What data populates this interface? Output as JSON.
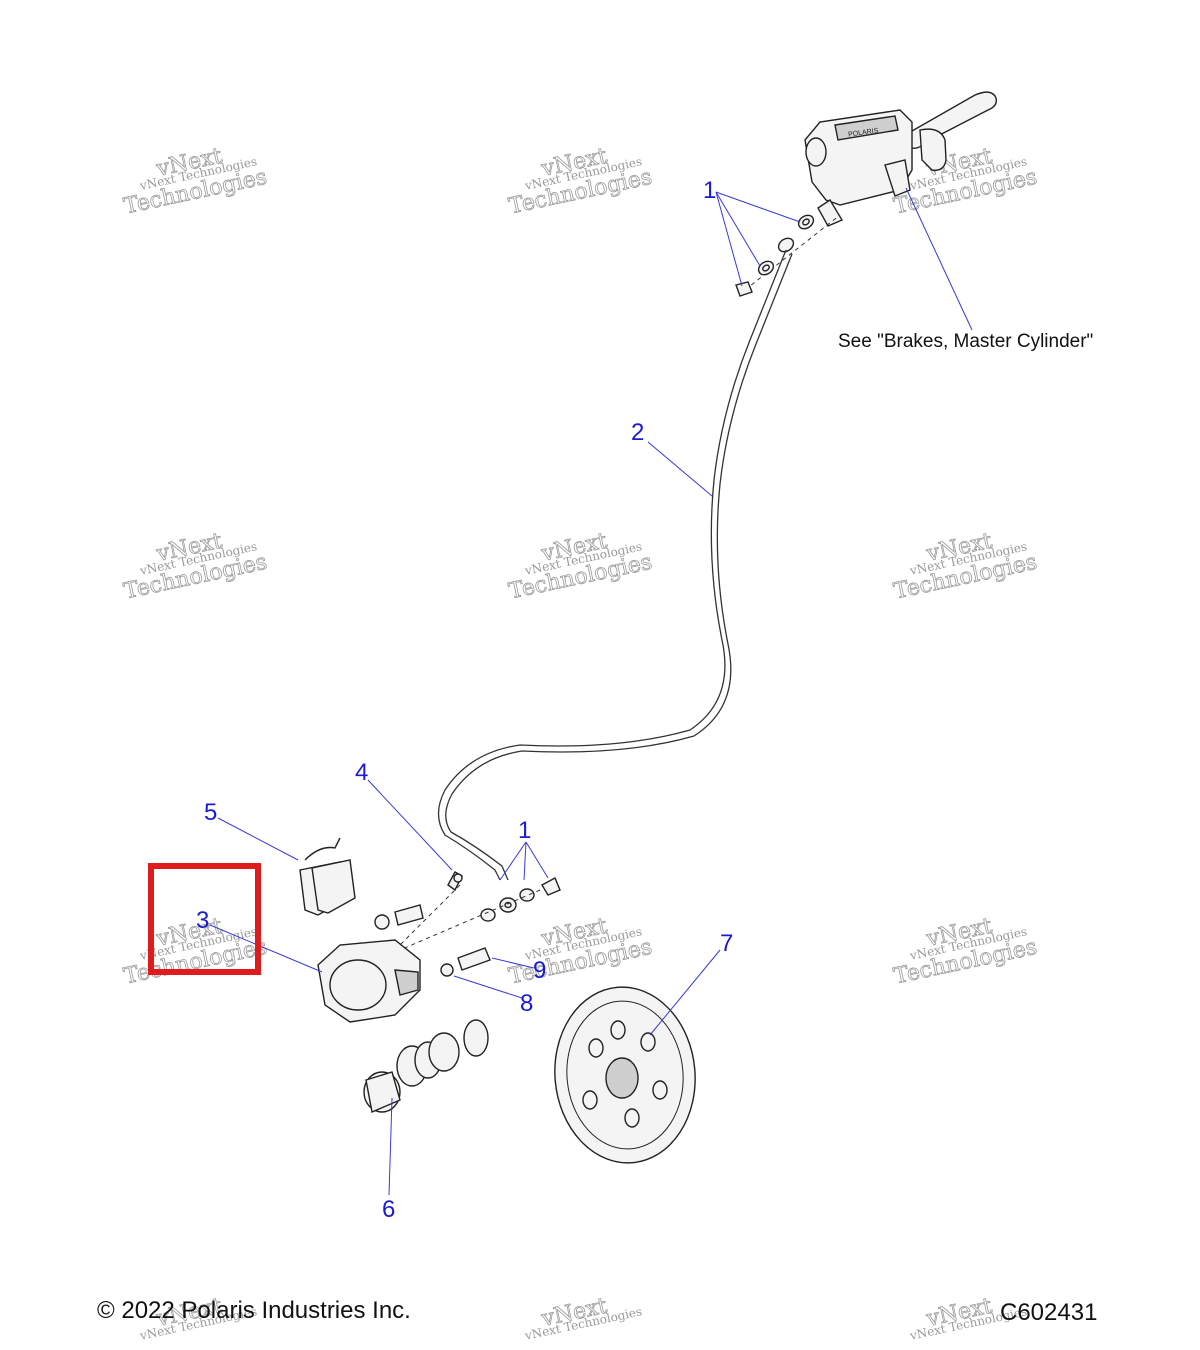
{
  "callouts": {
    "c1_top": "1",
    "c2": "2",
    "c1_bottom": "1",
    "c3": "3",
    "c4": "4",
    "c5": "5",
    "c6": "6",
    "c7": "7",
    "c8": "8",
    "c9": "9"
  },
  "note": "See \"Brakes, Master Cylinder\"",
  "footer": {
    "copyright": "© 2022 Polaris Industries Inc.",
    "figure_id": "C602431"
  },
  "watermark": {
    "line1": "vNext Technologies",
    "big1": "vNext",
    "big2": "Technologies"
  },
  "colors": {
    "callout": "#1a1ad0",
    "highlight": "#e01b1b"
  }
}
